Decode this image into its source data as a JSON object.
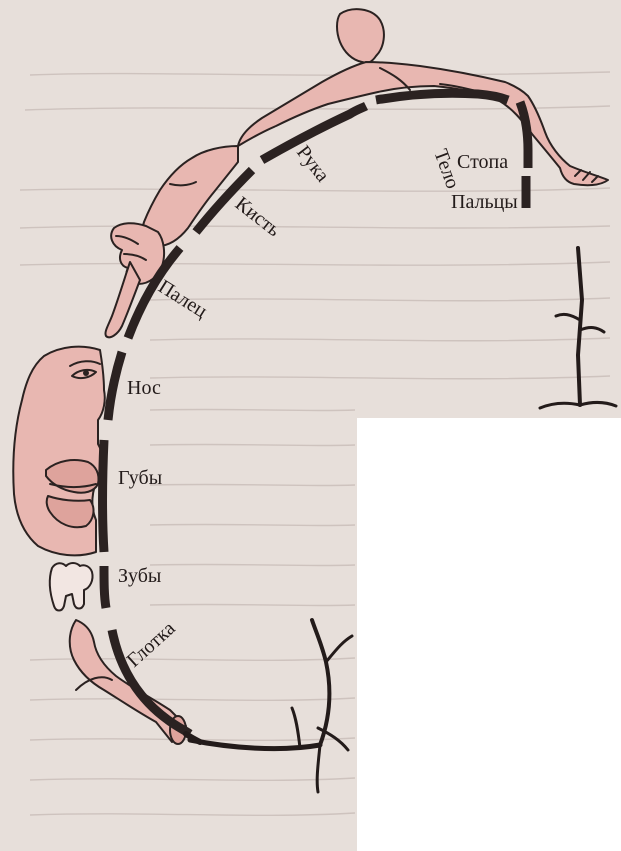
{
  "labels": {
    "foot": "Стопа",
    "body": "Тело",
    "toes": "Пальцы",
    "arm": "Рука",
    "wrist": "Кисть",
    "finger": "Палец",
    "nose": "Нос",
    "lips": "Губы",
    "teeth": "Зубы",
    "pharynx": "Глотка"
  }
}
